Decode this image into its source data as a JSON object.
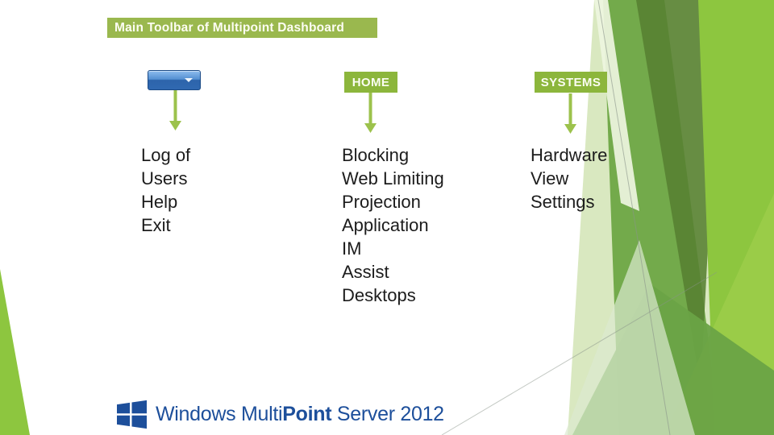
{
  "slide": {
    "title": "Main Toolbar of Multipoint Dashboard",
    "columns": [
      {
        "id": "dropdown-button",
        "items": [
          "Log of",
          "Users",
          "Help",
          "Exit"
        ]
      },
      {
        "id": "home",
        "header": "HOME",
        "items": [
          "Blocking",
          "Web Limiting",
          "Projection",
          "Application",
          "IM",
          "Assist",
          "Desktops"
        ]
      },
      {
        "id": "systems",
        "header": "SYSTEMS",
        "items": [
          "Hardware",
          "View",
          "Settings"
        ]
      }
    ],
    "icons": {
      "dropdown_caret": "caret-down",
      "flow_arrow": "arrow-down",
      "windows_flag": "windows-logo"
    },
    "footer": {
      "brand_prefix": "Windows Multi",
      "brand_bold": "Point",
      "brand_suffix": " Server 2012"
    },
    "colors": {
      "title_bg": "#9ab84e",
      "callout_bg": "#8cb63c",
      "arrow_green": "#9cc24c",
      "accent_bright_green": "#8dc63f",
      "accent_medium_green": "#73aa4b",
      "accent_dark_green": "#577f31",
      "accent_pale_green": "#d9e8c0",
      "button_blue": "#3069b1",
      "logo_blue": "#1d4f9b",
      "text_black": "#1c1c1c"
    }
  }
}
